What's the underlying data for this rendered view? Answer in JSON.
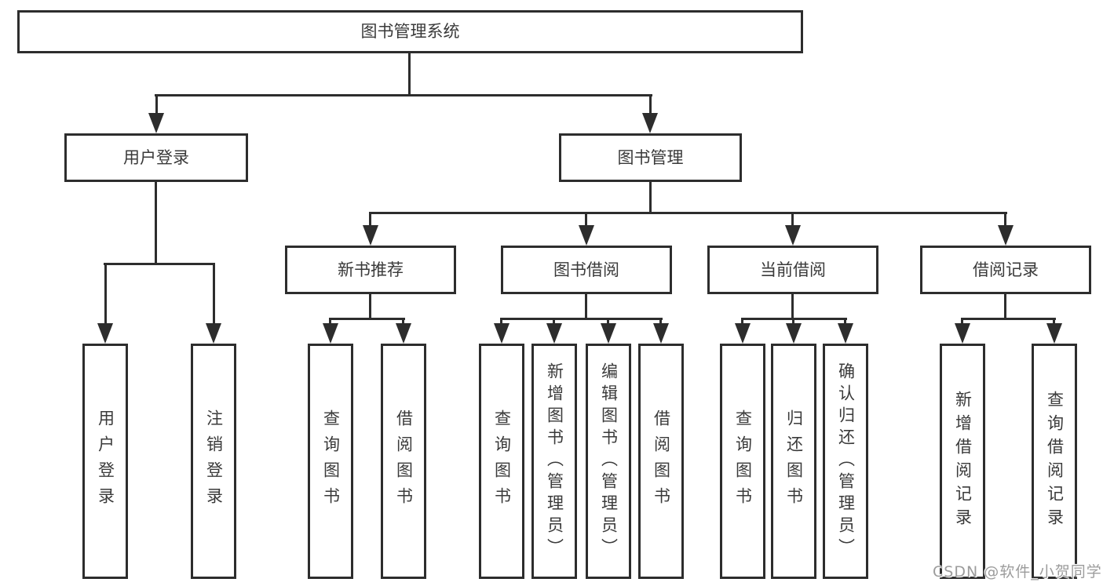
{
  "diagram": {
    "title": "图书管理系统",
    "level2": {
      "user_login": "用户登录",
      "book_mgmt": "图书管理"
    },
    "level3": {
      "recommend": "新书推荐",
      "borrow": "图书借阅",
      "current": "当前借阅",
      "records": "借阅记录"
    },
    "leaves": {
      "login": [
        "用户登录",
        "注销登录"
      ],
      "recommend": [
        "查询图书",
        "借阅图书"
      ],
      "borrow": [
        "查询图书",
        "新增图书（管理员）",
        "编辑图书（管理员）",
        "借阅图书"
      ],
      "current": [
        "查询图书",
        "归还图书",
        "确认归还（管理员）"
      ],
      "records": [
        "新增借阅记录",
        "查询借阅记录"
      ]
    }
  },
  "watermark": {
    "text": "CSDN @软件_小贺同学"
  },
  "colors": {
    "line": "#2d2d2d",
    "text": "#3a3a3a",
    "watermark_gray": "#9c9c9c",
    "background": "#ffffff"
  }
}
